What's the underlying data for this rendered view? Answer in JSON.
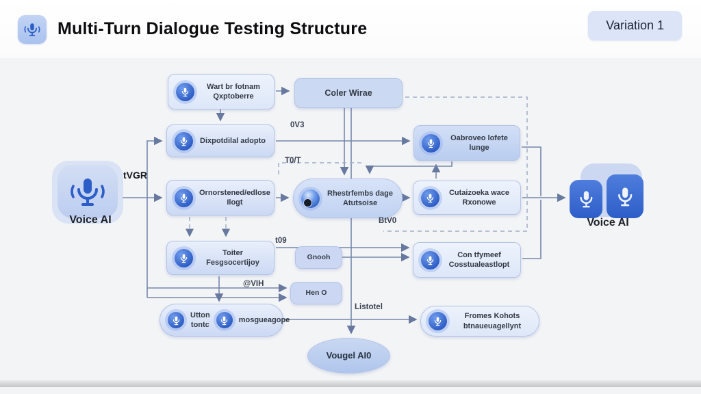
{
  "header": {
    "title": "Multi-Turn Dialogue Testing Structure",
    "badge": "Variation 1"
  },
  "colors": {
    "accent_blue": "#2e5fc6",
    "node_fill": "#ccd9f4",
    "badge_bg": "#dbe5f7",
    "arrow": "#7487ab",
    "canvas_bg": "#f3f4f6"
  },
  "diagram": {
    "nodes": {
      "wart": {
        "line1": "Wart br fotnam",
        "line2": "Qxptoberre"
      },
      "coler": {
        "line1": "Coler Wirae"
      },
      "dixpot": {
        "line1": "Dixpotdilal adopto"
      },
      "oabroveo": {
        "line1": "Oabroveo lofete",
        "line2": "lunge"
      },
      "ornor": {
        "line1": "Ornorstened/edlose",
        "line2": "Ilogt"
      },
      "rhest": {
        "line1": "Rhestrfembs dage",
        "line2": "Atutsoise"
      },
      "cutai": {
        "line1": "Cutaizoeka wace",
        "line2": "Rxonowe"
      },
      "toiter": {
        "line1": "Toiter",
        "line2": "Fesgsocertijoy"
      },
      "contfy": {
        "line1": "Con tfymeef",
        "line2": "Cosstualeastlopt"
      },
      "gnooh": {
        "line1": "Gnooh"
      },
      "heno": {
        "line1": "Hen O"
      },
      "utton": {
        "line1": "Utton",
        "line2": "tontc",
        "line3": "mosgueagope"
      },
      "fromes": {
        "line1": "Fromes Kohots",
        "line2": "btnaueuagellynt"
      },
      "vougel": {
        "line1": "Vougel AI0"
      }
    },
    "voice_left_label": "Voice AI",
    "voice_right_label": "Voice AI",
    "edge_labels": {
      "tvgr": "tVGR",
      "ov3": "0V3",
      "tot": "T0/T",
      "btv0": "BtV0",
      "t09": "t09",
      "vih": "@VIH",
      "listotel": "Listotel"
    }
  }
}
